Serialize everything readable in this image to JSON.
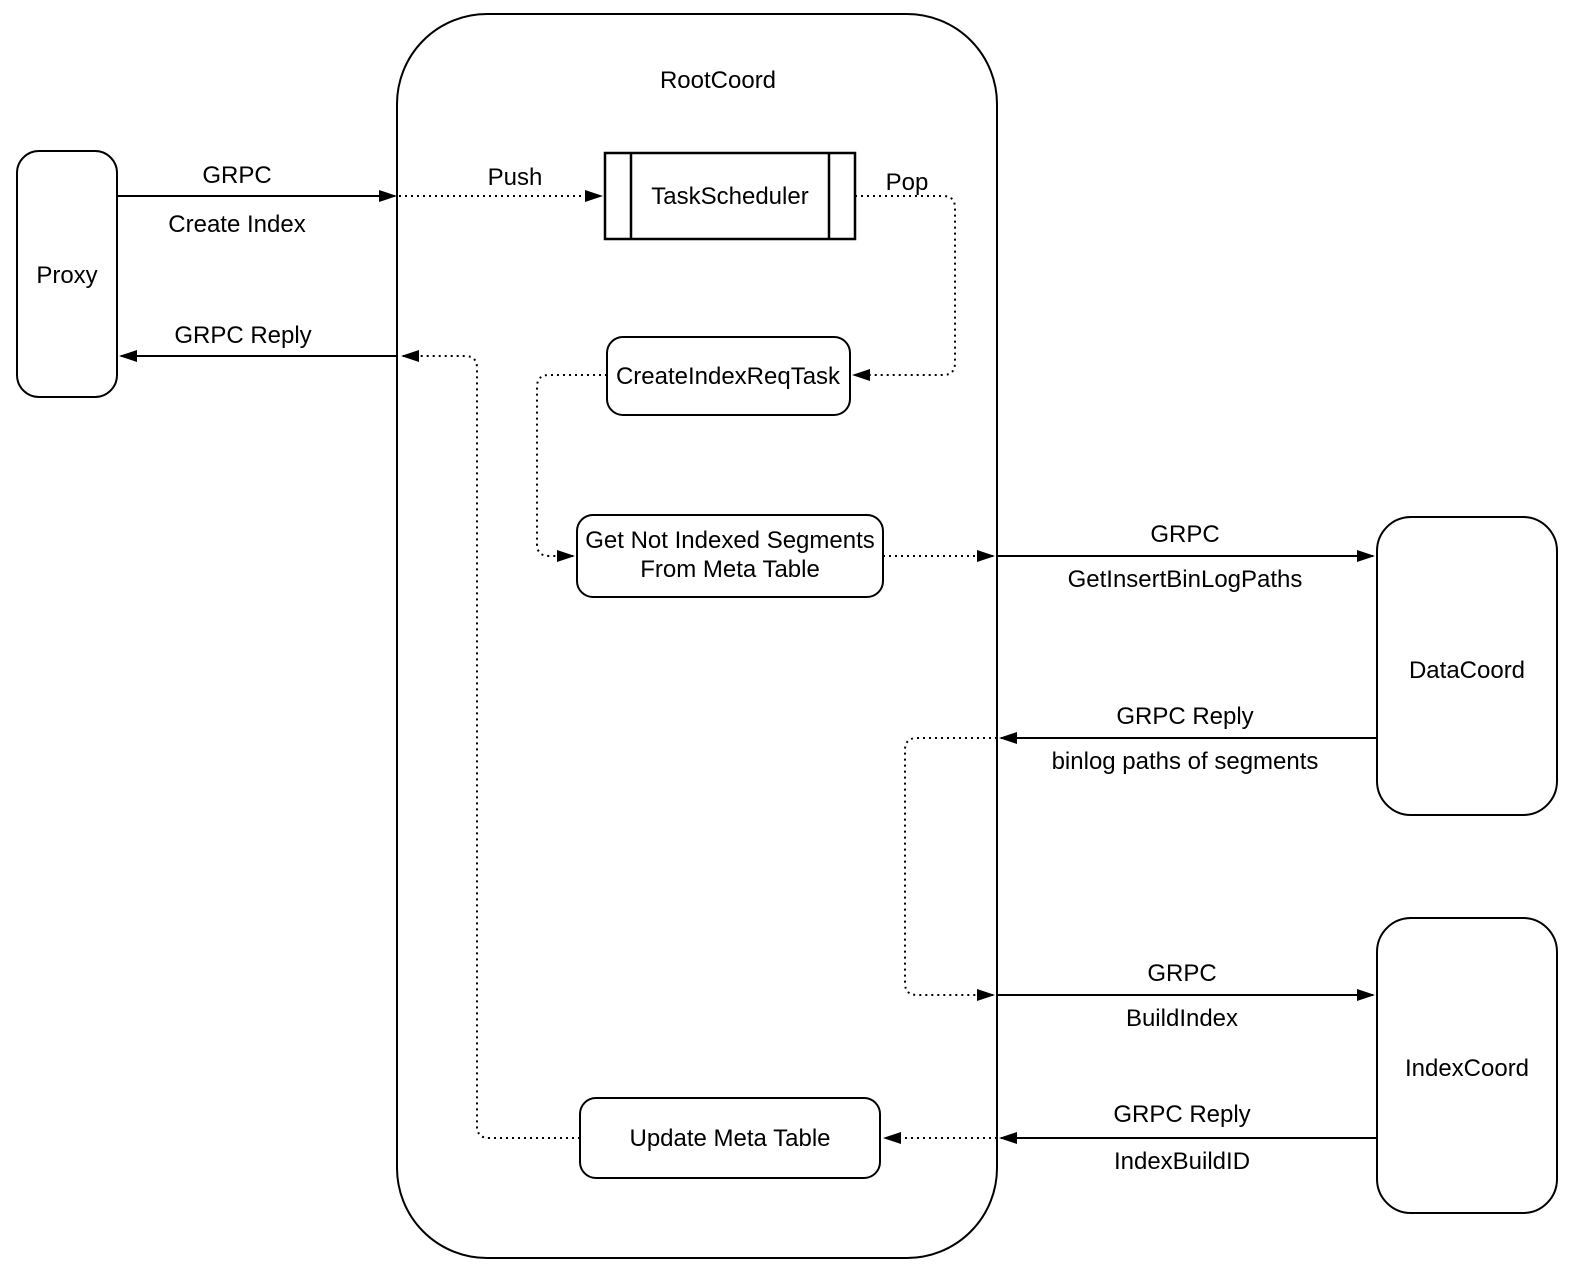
{
  "colors": {
    "background": "#ffffff",
    "stroke": "#000000",
    "text": "#000000"
  },
  "nodes": {
    "proxy": {
      "label": "Proxy"
    },
    "rootcoord": {
      "label": "RootCoord"
    },
    "taskscheduler": {
      "label": "TaskScheduler"
    },
    "create_index_req_task": {
      "label": "CreateIndexReqTask"
    },
    "get_not_indexed_segments": {
      "line1": "Get Not Indexed Segments",
      "line2": "From Meta Table"
    },
    "update_meta_table": {
      "label": "Update Meta Table"
    },
    "datacoord": {
      "label": "DataCoord"
    },
    "indexcoord": {
      "label": "IndexCoord"
    }
  },
  "edges": {
    "proxy_to_rootcoord": {
      "protocol": "GRPC",
      "message": "Create Index"
    },
    "push": {
      "label": "Push"
    },
    "pop": {
      "label": "Pop"
    },
    "rootcoord_to_proxy": {
      "protocol": "GRPC Reply"
    },
    "rootcoord_to_datacoord": {
      "protocol": "GRPC",
      "message": "GetInsertBinLogPaths"
    },
    "datacoord_to_rootcoord": {
      "protocol": "GRPC Reply",
      "message": "binlog paths of segments"
    },
    "rootcoord_to_indexcoord": {
      "protocol": "GRPC",
      "message": "BuildIndex"
    },
    "indexcoord_to_rootcoord": {
      "protocol": "GRPC Reply",
      "message": "IndexBuildID"
    }
  }
}
